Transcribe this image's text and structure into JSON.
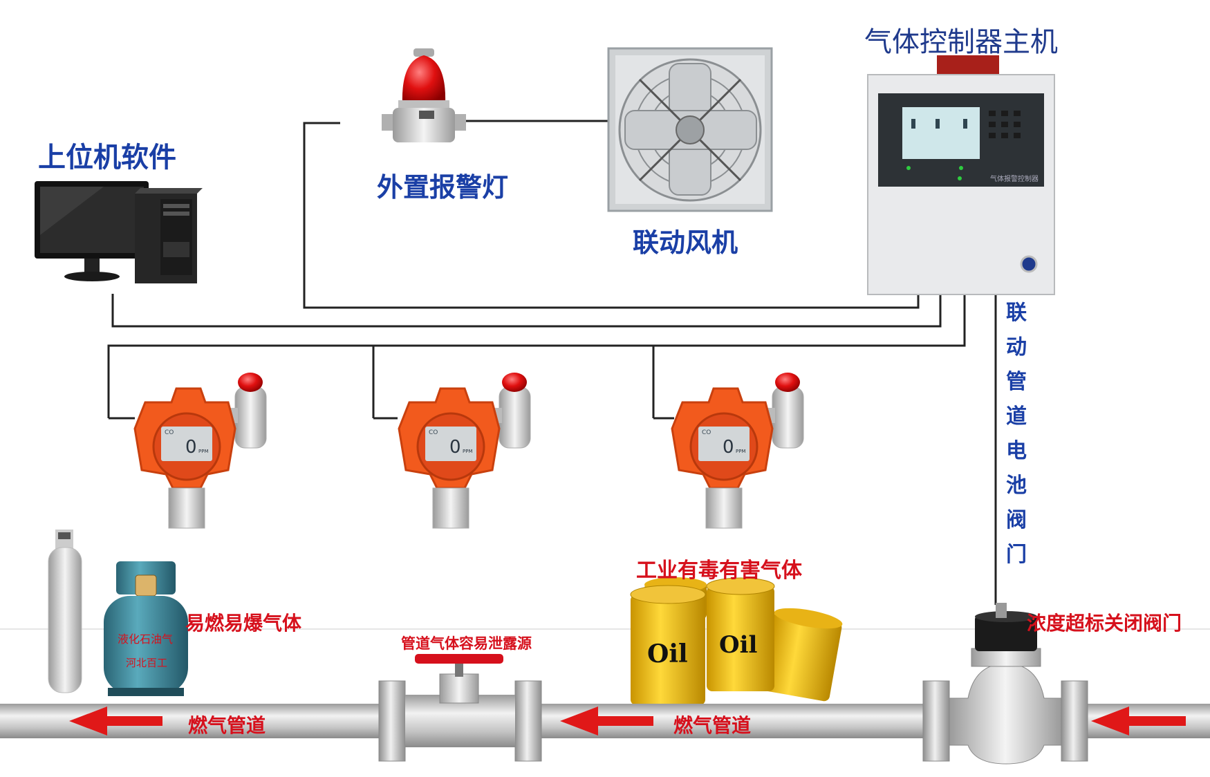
{
  "controller_title": "气体控制器主机",
  "pc_label": "上位机软件",
  "alarm_light_label": "外置报警灯",
  "fan_label": "联动风机",
  "valve_link_label": "联动管道电池阀门",
  "toxic_gas_label": "工业有毒有害气体",
  "flammable_gas_label": "易燃易爆气体",
  "leak_source_label": "管道气体容易泄露源",
  "close_valve_label": "浓度超标关闭阀门",
  "pipeline_label_left": "燃气管道",
  "pipeline_label_right": "燃气管道",
  "cylinder_text_1": "液化石油气",
  "cylinder_text_2": "河北百工",
  "barrel_text": "Oil",
  "detector_gas": "CO",
  "detector_reading": "0",
  "detector_unit": "PPM",
  "controller_panel_text": "气体报警控制器",
  "colors": {
    "label_blue": "#1a3fa6",
    "label_red": "#d6101c",
    "detector_orange": "#f25a1d",
    "wire": "#222222",
    "pipe": "#c8c8c8",
    "arrow_red": "#e01818",
    "barrel_yellow": "#f2c21a",
    "cylinder_teal": "#3d8a9a"
  }
}
